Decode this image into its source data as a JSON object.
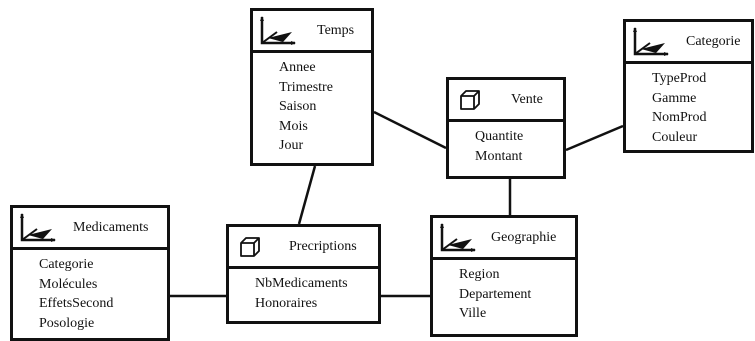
{
  "dimensions": [
    {
      "id": "temps",
      "title": "Temps",
      "icon": "dimension-axes-icon",
      "attributes": [
        "Annee",
        "Trimestre",
        "Saison",
        "Mois",
        "Jour"
      ]
    },
    {
      "id": "categorie",
      "title": "Categorie",
      "icon": "dimension-axes-icon",
      "attributes": [
        "TypeProd",
        "Gamme",
        "NomProd",
        "Couleur"
      ]
    },
    {
      "id": "medicaments",
      "title": "Medicaments",
      "icon": "dimension-axes-icon",
      "attributes": [
        "Categorie",
        "Molécules",
        "EffetsSecond",
        "Posologie"
      ]
    },
    {
      "id": "geographie",
      "title": "Geographie",
      "icon": "dimension-axes-icon",
      "attributes": [
        "Region",
        "Departement",
        "Ville"
      ]
    }
  ],
  "facts": [
    {
      "id": "vente",
      "title": "Vente",
      "icon": "fact-cube-icon",
      "measures": [
        "Quantite",
        "Montant"
      ]
    },
    {
      "id": "precriptions",
      "title": "Precriptions",
      "icon": "fact-cube-icon",
      "measures": [
        "NbMedicaments",
        "Honoraires"
      ]
    }
  ],
  "links": [
    {
      "from": "temps",
      "to": "vente"
    },
    {
      "from": "categorie",
      "to": "vente"
    },
    {
      "from": "vente",
      "to": "geographie"
    },
    {
      "from": "temps",
      "to": "precriptions"
    },
    {
      "from": "medicaments",
      "to": "precriptions"
    },
    {
      "from": "precriptions",
      "to": "geographie"
    }
  ],
  "colors": {
    "line": "#111111",
    "background": "#ffffff"
  }
}
